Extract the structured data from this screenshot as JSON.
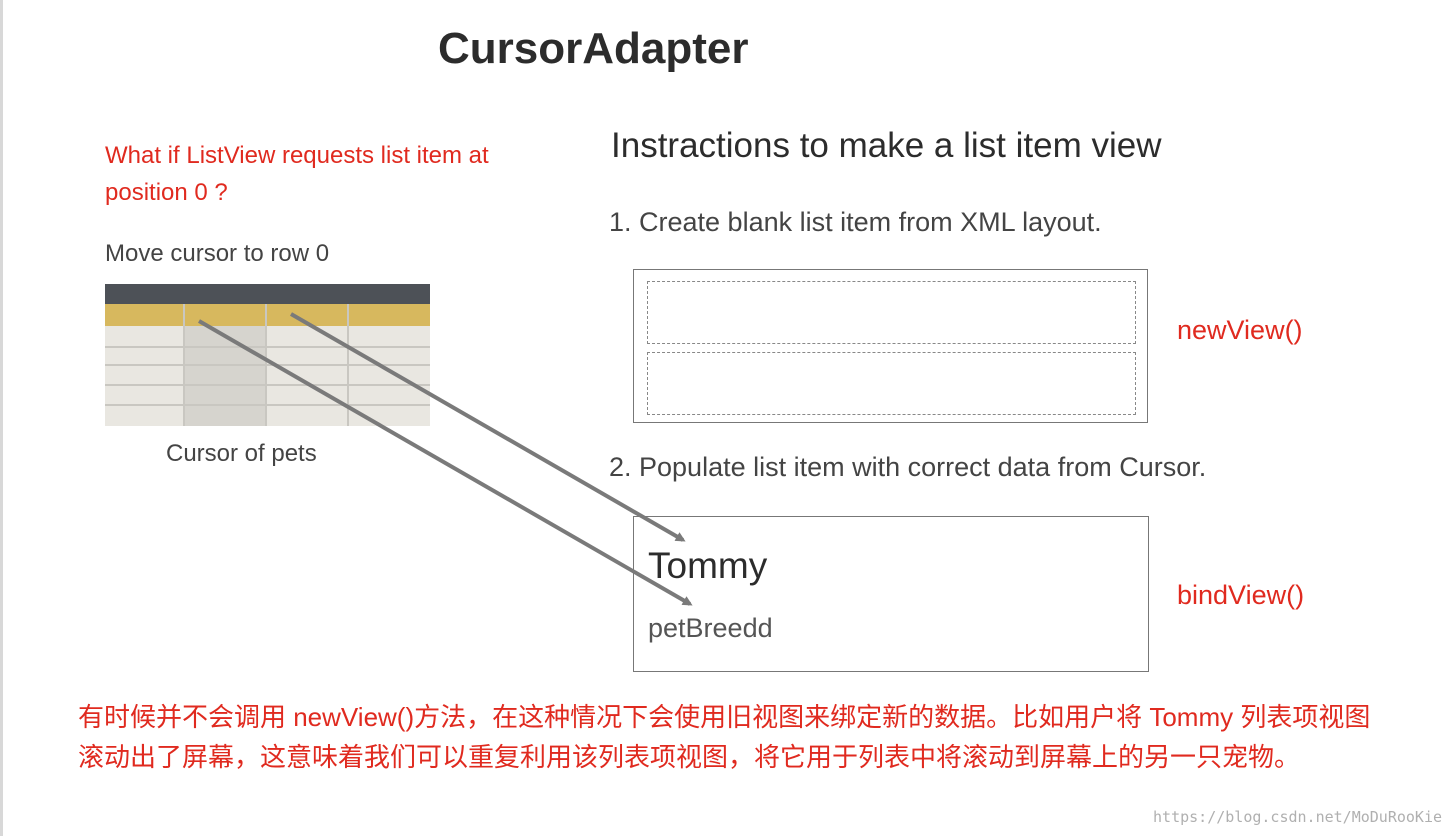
{
  "title": "CursorAdapter",
  "question": "What if ListView requests list item at position 0 ?",
  "cursor": {
    "move_label": "Move cursor to row 0",
    "table_label": "Cursor of pets"
  },
  "instructions": {
    "heading": "Instractions to make a list item view",
    "step1": "1. Create blank list item from XML layout.",
    "step2": "2. Populate list item with correct data from Cursor."
  },
  "list_item": {
    "name": "Tommy",
    "breed": "petBreedd"
  },
  "methods": {
    "new_view": "newView()",
    "bind_view": "bindView()"
  },
  "note": "有时候并不会调用 newView()方法，在这种情况下会使用旧视图来绑定新的数据。比如用户将 Tommy 列表项视图滚动出了屏幕，这意味着我们可以重复利用该列表项视图，将它用于列表中将滚动到屏幕上的另一只宠物。",
  "watermark": "https://blog.csdn.net/MoDuRooKie",
  "colors": {
    "accent_red": "#e02a1f",
    "row_highlight": "#d7b85e",
    "table_header": "#4d5157",
    "arrow": "#7a7a7a"
  }
}
